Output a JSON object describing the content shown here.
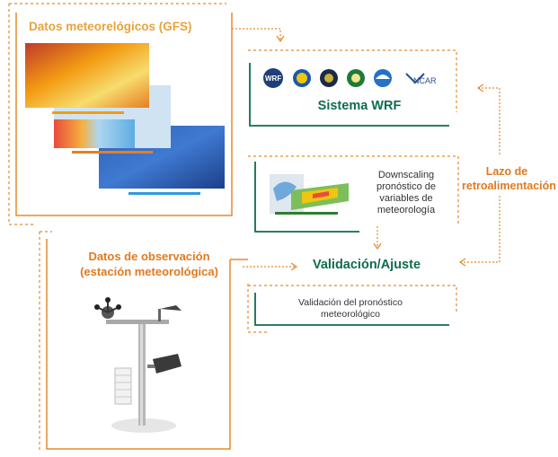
{
  "gfs": {
    "title": "Datos meteorelógicos (GFS)"
  },
  "wrf": {
    "title": "Sistema WRF",
    "logos": [
      "wrf-logo-icon",
      "nsf-logo-icon",
      "dod-logo-icon",
      "doe-logo-icon",
      "noaa-logo-icon",
      "ncar-logo-icon"
    ],
    "ncar_label": "NCAR",
    "wrf_label": "WRF"
  },
  "downscaling": {
    "text": "Downscaling pronóstico de variables de meteorología"
  },
  "feedback": {
    "line1": "Lazo de",
    "line2": "retroalimentación"
  },
  "observation": {
    "line1": "Datos de observación",
    "line2": "(estación meteorológica)"
  },
  "validation": {
    "title": "Validación/Ajuste",
    "sub1": "Validación del pronóstico",
    "sub2": "meteorológico"
  },
  "colors": {
    "orange": "#e58a2a",
    "green": "#0f6b50",
    "gfs_title": "#e8a33c"
  }
}
